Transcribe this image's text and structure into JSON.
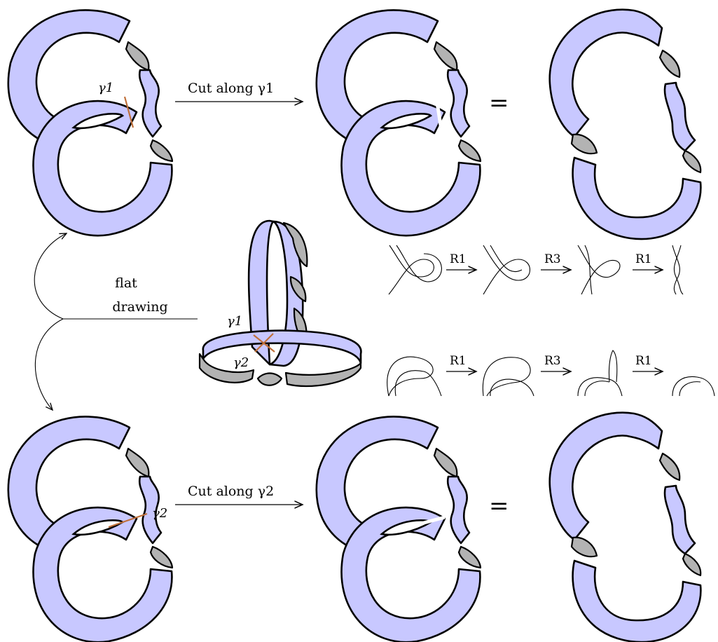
{
  "colors": {
    "band": "#c8c8ff",
    "twist": "#b3b3b3",
    "cut_line": "#c0703a"
  },
  "labels": {
    "gamma1": "γ1",
    "gamma2": "γ2",
    "cut_top": "Cut along γ1",
    "cut_bottom": "Cut along γ2",
    "equals": "=",
    "flat_line1": "flat",
    "flat_line2": "drawing",
    "r1": "R1",
    "r3": "R3"
  }
}
